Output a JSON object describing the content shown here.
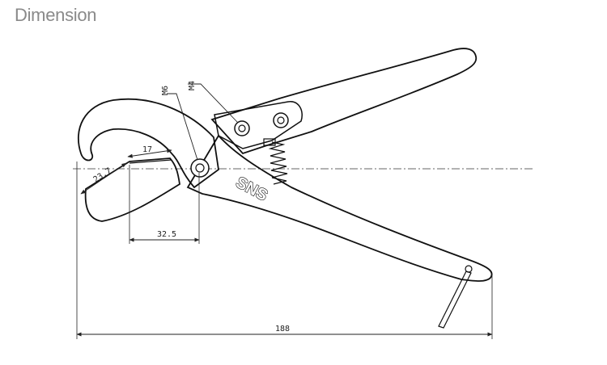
{
  "title": "Dimension",
  "labels": {
    "bolt_pivot": "M6",
    "bolt_handle": "M4",
    "dim_jaw_angle": "23.7",
    "dim_jaw_top": "17",
    "dim_jaw_width": "32.5",
    "dim_overall": "188",
    "brand": "SNS"
  }
}
